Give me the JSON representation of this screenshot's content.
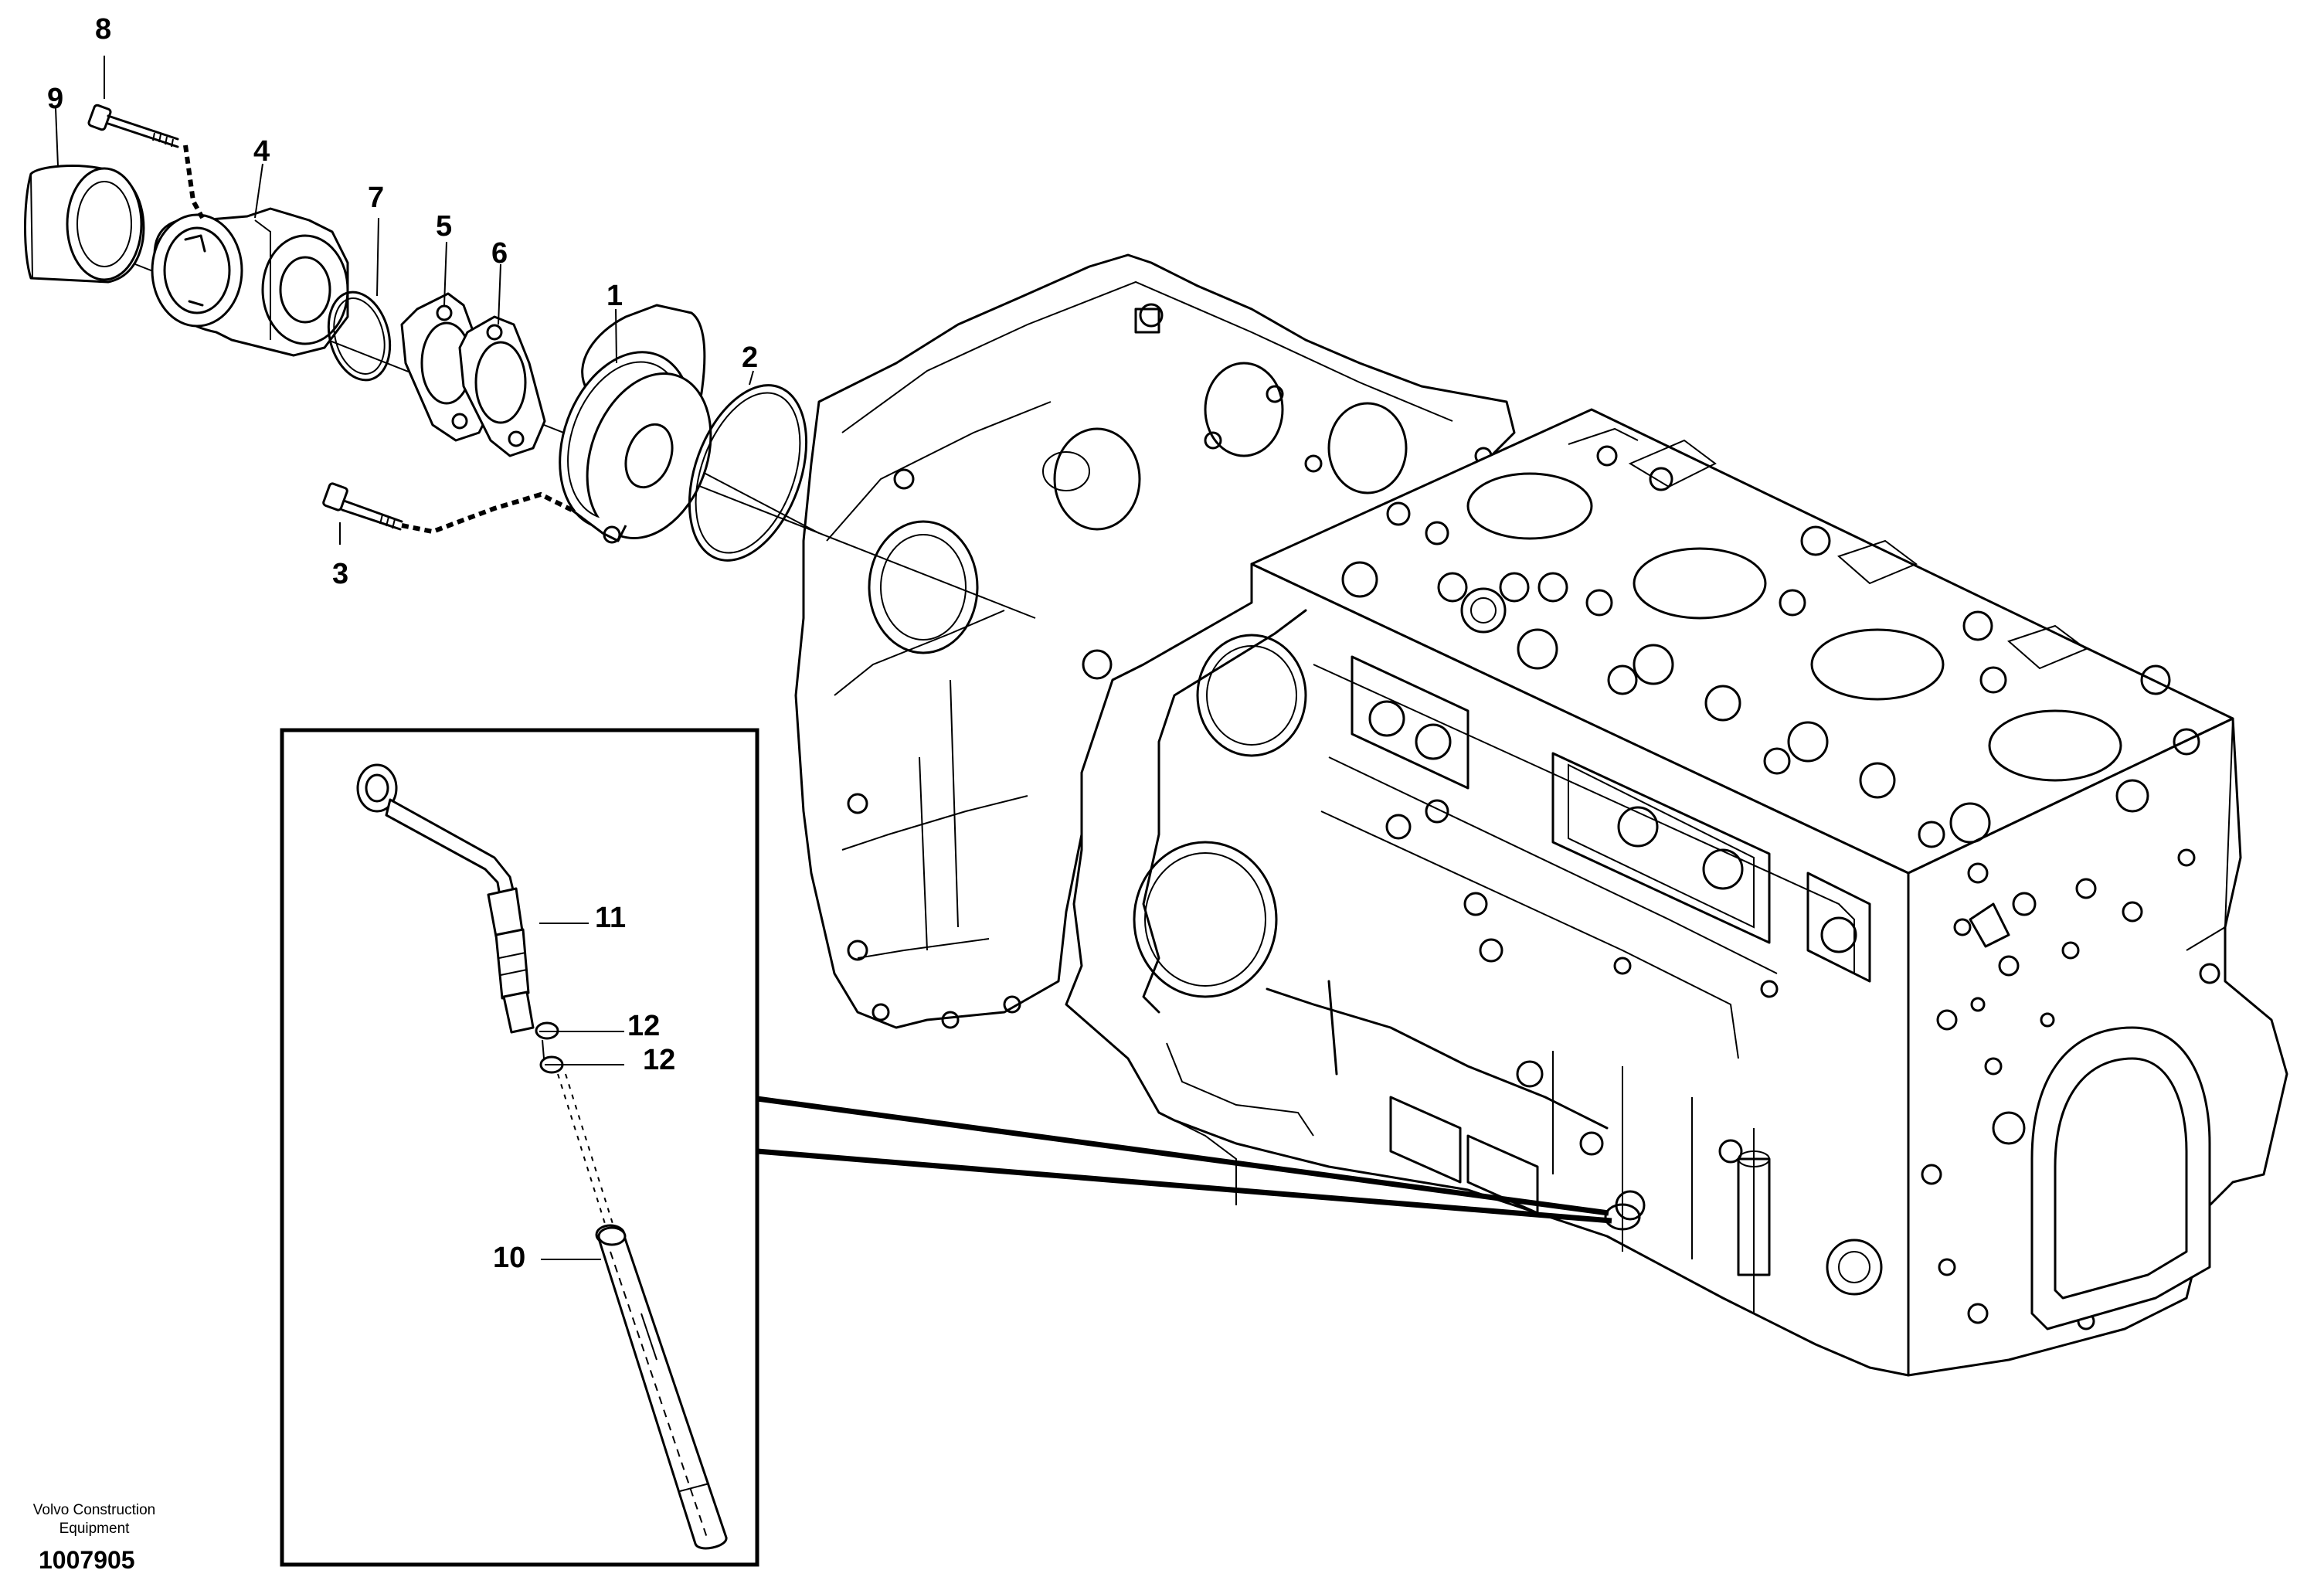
{
  "callouts": [
    {
      "id": "c1",
      "label": "1"
    },
    {
      "id": "c2",
      "label": "2"
    },
    {
      "id": "c3",
      "label": "3"
    },
    {
      "id": "c4",
      "label": "4"
    },
    {
      "id": "c5",
      "label": "5"
    },
    {
      "id": "c6",
      "label": "6"
    },
    {
      "id": "c7",
      "label": "7"
    },
    {
      "id": "c8",
      "label": "8"
    },
    {
      "id": "c9",
      "label": "9"
    },
    {
      "id": "c10",
      "label": "10"
    },
    {
      "id": "c11",
      "label": "11"
    },
    {
      "id": "c12a",
      "label": "12"
    },
    {
      "id": "c12b",
      "label": "12"
    }
  ],
  "credit": {
    "line1": "Volvo Construction",
    "line2": "Equipment"
  },
  "document_number": "1007905",
  "colors": {
    "ink": "#000000",
    "paper": "#ffffff"
  }
}
